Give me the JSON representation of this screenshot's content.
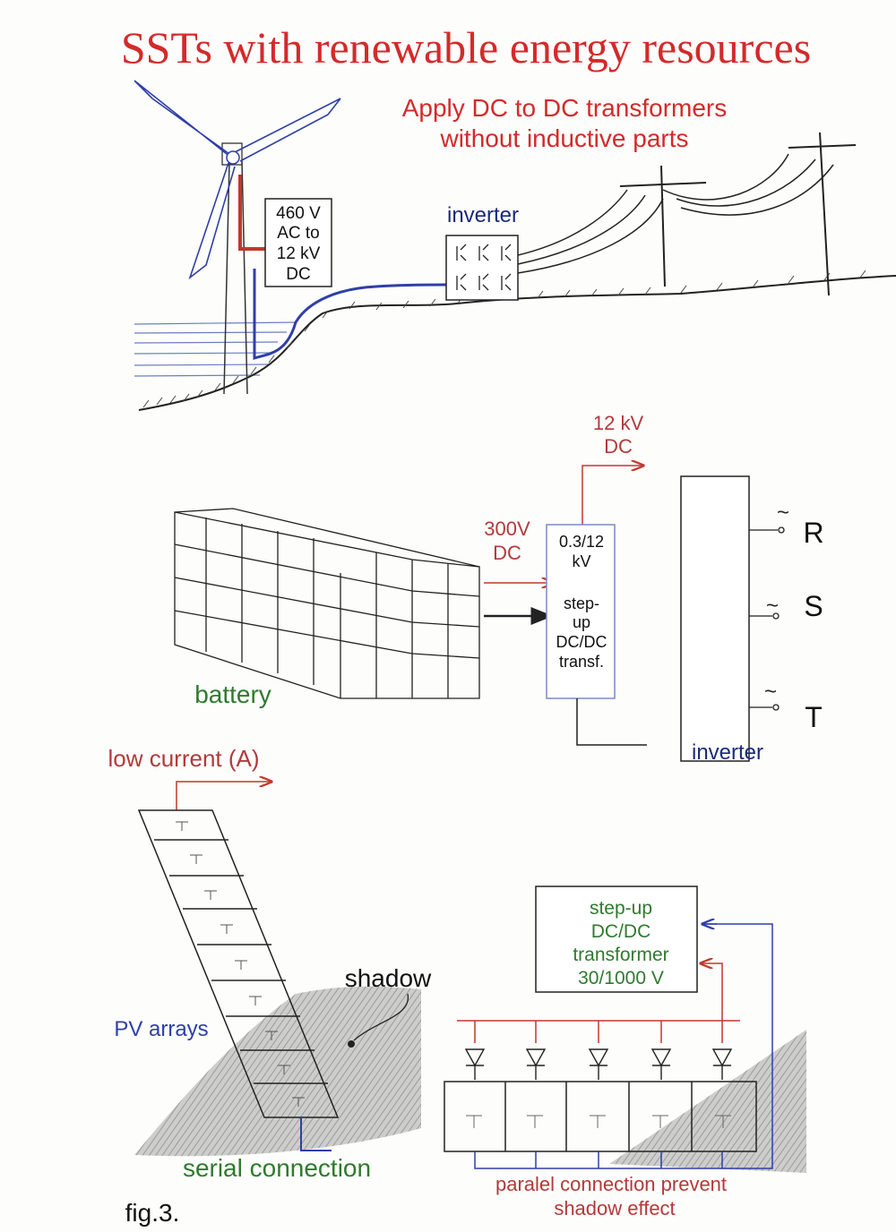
{
  "title": "SSTs with renewable energy resources",
  "colors": {
    "red": "#d42a2a",
    "darkred": "#b23a3a",
    "blue": "#2f3fa8",
    "navy": "#1a2a7a",
    "green": "#2f7a2f",
    "black": "#1a1a1a",
    "shadow": "#9a9a9a",
    "sea": "#6a7fc0"
  },
  "wind": {
    "annotation_line1": "Apply DC to DC transformers",
    "annotation_line2": "without inductive parts",
    "box_lines": [
      "460 V",
      "AC to",
      "12 kV",
      "DC"
    ],
    "inverter_label": "inverter"
  },
  "battery": {
    "output_label_line1": "12 kV",
    "output_label_line2": "DC",
    "input_label_line1": "300V",
    "input_label_line2": "DC",
    "converter_lines": [
      "0.3/12",
      "kV",
      "",
      "step-",
      "up",
      "DC/DC",
      "transf."
    ],
    "battery_label": "battery",
    "inverter_label": "inverter",
    "phases": [
      "R",
      "S",
      "T"
    ],
    "ac_symbol": "~"
  },
  "pv": {
    "low_current_label": "low current (A)",
    "shadow_label": "shadow",
    "pv_arrays_label": "PV arrays",
    "serial_label": "serial connection",
    "transformer_lines": [
      "step-up",
      "DC/DC",
      "transformer",
      "30/1000 V"
    ],
    "parallel_line1": "paralel connection prevent",
    "parallel_line2": "shadow effect"
  },
  "figure_label": "fig.3."
}
